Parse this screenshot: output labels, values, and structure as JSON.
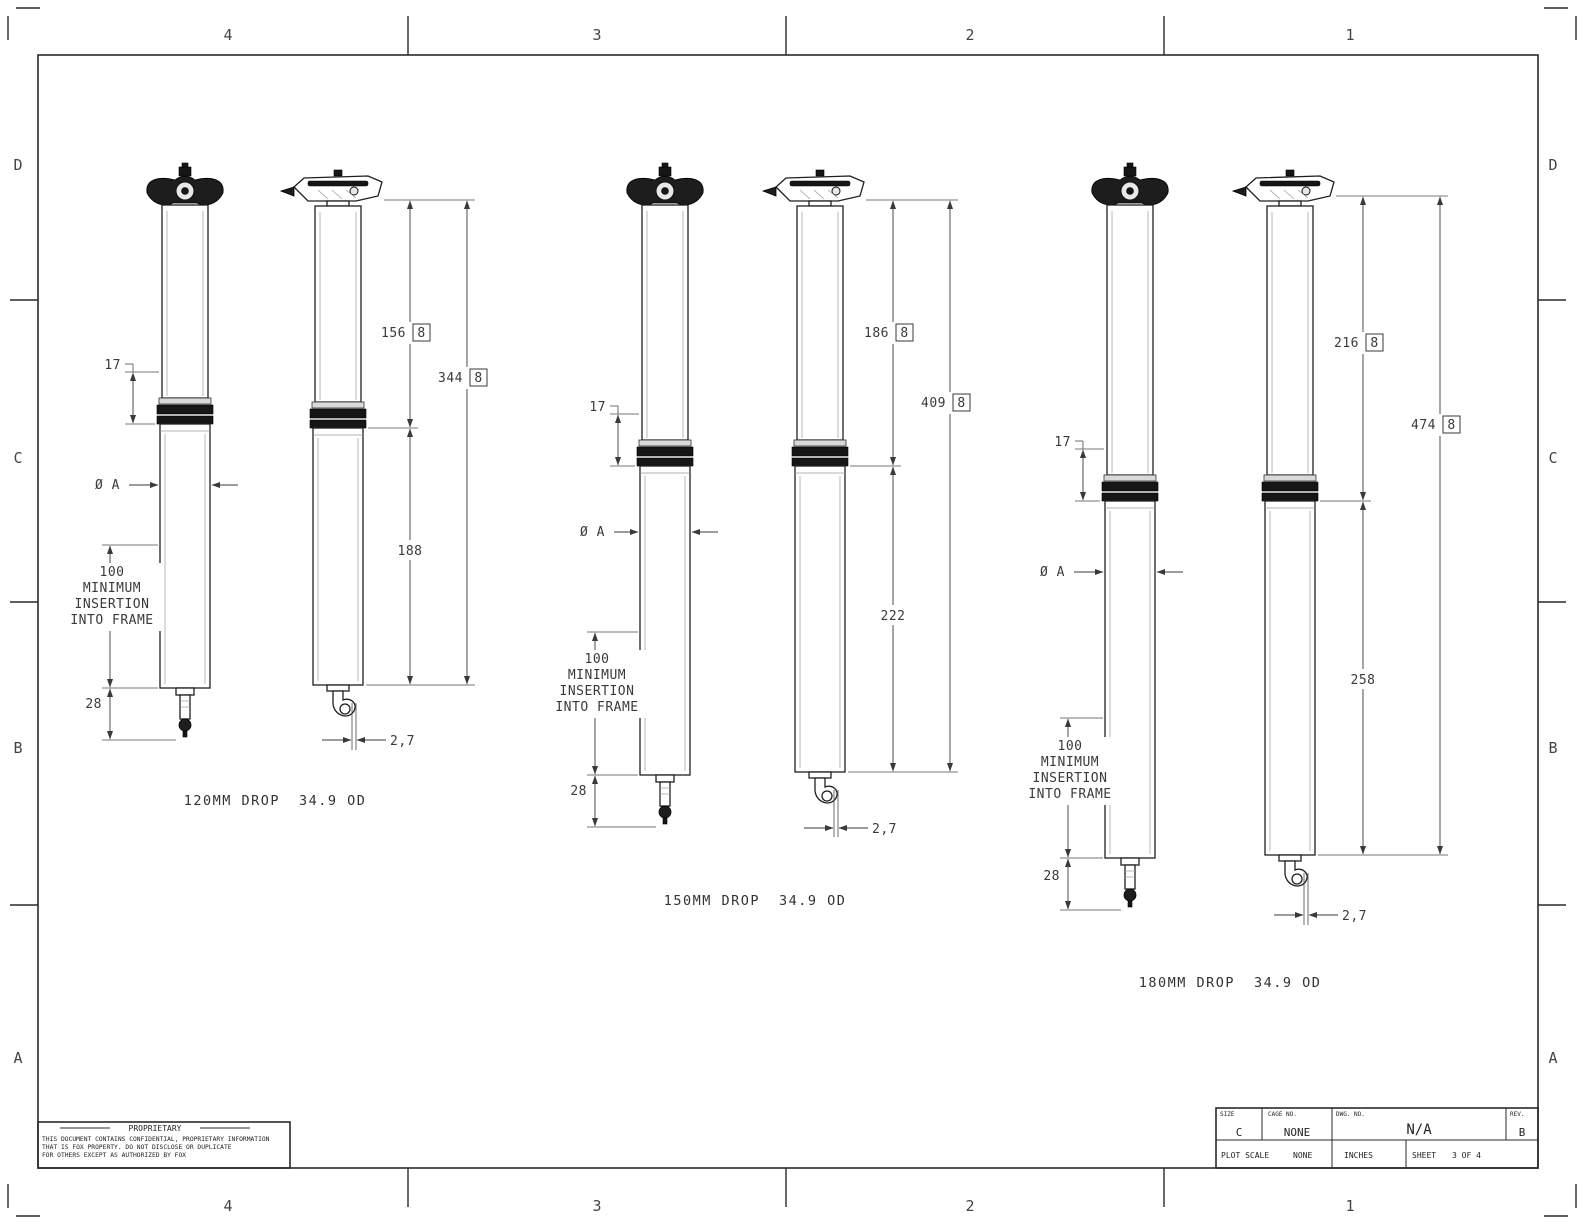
{
  "sheet": {
    "zone_cols": [
      "4",
      "3",
      "2",
      "1"
    ],
    "zone_rows": [
      "D",
      "C",
      "B",
      "A"
    ]
  },
  "drawings": [
    {
      "drop_label": "120MM DROP",
      "od_label": "34.9 OD",
      "collar_height": "17",
      "upper_length": "156",
      "upper_length_ref": "8",
      "overall_length": "344",
      "overall_length_ref": "8",
      "lower_length": "188",
      "diameter_label": "Ø A",
      "insertion_lines": [
        "100",
        "MINIMUM",
        "INSERTION",
        "INTO FRAME"
      ],
      "actuator_length": "28",
      "cable_offset": "2,7"
    },
    {
      "drop_label": "150MM DROP",
      "od_label": "34.9 OD",
      "collar_height": "17",
      "upper_length": "186",
      "upper_length_ref": "8",
      "overall_length": "409",
      "overall_length_ref": "8",
      "lower_length": "222",
      "diameter_label": "Ø A",
      "insertion_lines": [
        "100",
        "MINIMUM",
        "INSERTION",
        "INTO FRAME"
      ],
      "actuator_length": "28",
      "cable_offset": "2,7"
    },
    {
      "drop_label": "180MM DROP",
      "od_label": "34.9 OD",
      "collar_height": "17",
      "upper_length": "216",
      "upper_length_ref": "8",
      "overall_length": "474",
      "overall_length_ref": "8",
      "lower_length": "258",
      "diameter_label": "Ø A",
      "insertion_lines": [
        "100",
        "MINIMUM",
        "INSERTION",
        "INTO FRAME"
      ],
      "actuator_length": "28",
      "cable_offset": "2,7"
    }
  ],
  "title_block": {
    "size_label": "SIZE",
    "size_value": "C",
    "cage_label": "CAGE NO.",
    "cage_value": "NONE",
    "dwg_label": "DWG. NO.",
    "dwg_value": "N/A",
    "rev_label": "REV.",
    "rev_value": "B",
    "plot_scale_label": "PLOT SCALE",
    "plot_scale_value": "NONE",
    "units": "INCHES",
    "sheet_label": "SHEET",
    "sheet_value": "3 OF 4"
  },
  "proprietary": {
    "title": "PROPRIETARY",
    "lines": [
      "THIS DOCUMENT CONTAINS CONFIDENTIAL, PROPRIETARY INFORMATION",
      "THAT IS FOX PROPERTY.  DO NOT DISCLOSE OR DUPLICATE",
      "FOR OTHERS EXCEPT AS AUTHORIZED BY FOX"
    ]
  }
}
